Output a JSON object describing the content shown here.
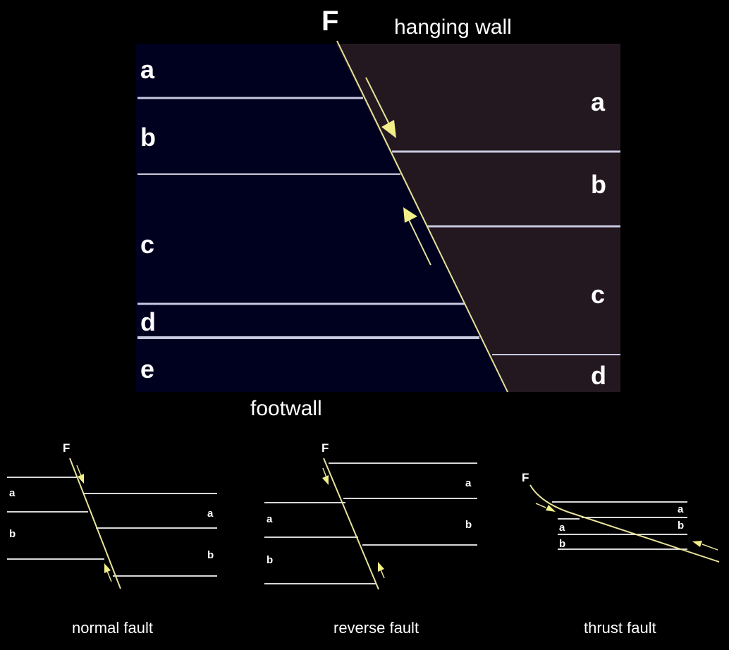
{
  "main": {
    "fault_label": "F",
    "hanging_wall_label": "hanging wall",
    "footwall_label": "footwall",
    "footwall_layers": [
      "a",
      "b",
      "c",
      "d",
      "e"
    ],
    "hanging_wall_layers": [
      "a",
      "b",
      "c",
      "d"
    ],
    "colors": {
      "footwall_fill": "#00001f",
      "hanging_wall_fill": "#241820",
      "bed_line": "#c8c8e0",
      "fault_line": "#e6e29a",
      "arrow": "#f2ee8a"
    }
  },
  "normal": {
    "fault_label": "F",
    "left_layers": [
      "a",
      "b"
    ],
    "right_layers": [
      "a",
      "b"
    ],
    "caption": "normal fault"
  },
  "reverse": {
    "fault_label": "F",
    "left_layers": [
      "a",
      "b"
    ],
    "right_layers": [
      "a",
      "b"
    ],
    "caption": "reverse fault"
  },
  "thrust": {
    "fault_label": "F",
    "left_layers": [
      "a",
      "b"
    ],
    "right_layers": [
      "a",
      "b"
    ],
    "caption": "thrust fault"
  }
}
